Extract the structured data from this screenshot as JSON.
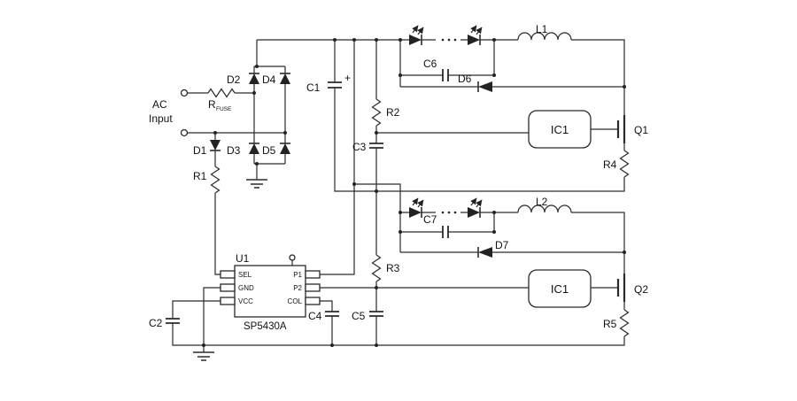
{
  "labels": {
    "ac_line1": "AC",
    "ac_line2": "Input",
    "rfuse_main": "R",
    "rfuse_sub": "FUSE",
    "d1": "D1",
    "d2": "D2",
    "d3": "D3",
    "d4": "D4",
    "d5": "D5",
    "d6": "D6",
    "d7": "D7",
    "r1": "R1",
    "r2": "R2",
    "r3": "R3",
    "r4": "R4",
    "r5": "R5",
    "c1": "C1",
    "c1_polarity": "+",
    "c2": "C2",
    "c3": "C3",
    "c4": "C4",
    "c5": "C5",
    "c6": "C6",
    "c7": "C7",
    "l1": "L1",
    "l2": "L2",
    "q1": "Q1",
    "q2": "Q2",
    "ic1_top": "IC1",
    "ic1_bottom": "IC1",
    "u1_ref": "U1",
    "u1_part": "SP5430A",
    "u1_pin_sel": "SEL",
    "u1_pin_gnd": "GND",
    "u1_pin_vcc": "VCC",
    "u1_pin_p1": "P1",
    "u1_pin_p2": "P2",
    "u1_pin_col": "COL"
  }
}
